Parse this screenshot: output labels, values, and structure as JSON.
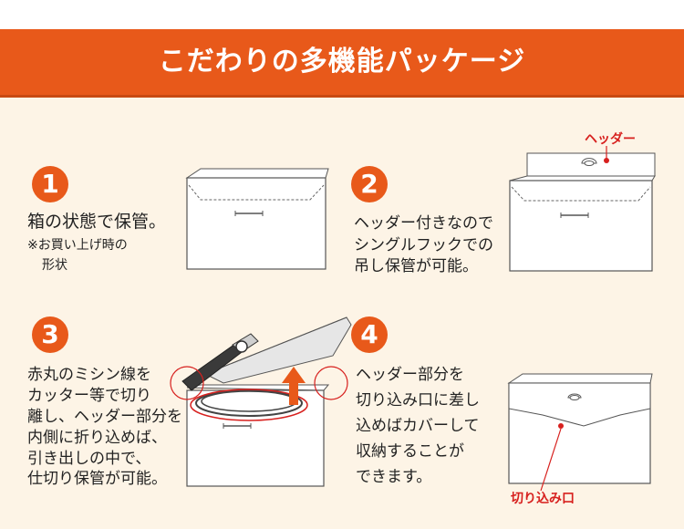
{
  "banner": {
    "title": "こだわりの多機能パッケージ"
  },
  "steps": [
    {
      "num": "1",
      "text": "箱の状態で保管。",
      "note_line1": "※お買い上げ時の",
      "note_line2": "形状"
    },
    {
      "num": "2",
      "line1": "ヘッダー付きなので",
      "line2": "シングルフックでの",
      "line3": "吊し保管が可能。",
      "label": "ヘッダー"
    },
    {
      "num": "3",
      "line1": "赤丸のミシン線を",
      "line2": "カッター等で切り",
      "line3": "離し、ヘッダー部分を",
      "line4": "内側に折り込めば、",
      "line5": "引き出しの中で、",
      "line6": "仕切り保管が可能。"
    },
    {
      "num": "4",
      "line1": "ヘッダー部分を",
      "line2": "切り込み口に差し",
      "line3": "込めばカバーして",
      "line4": "収納することが",
      "line5": "できます。",
      "label": "切り込み口"
    }
  ],
  "colors": {
    "accent": "#e8591a",
    "background": "#fdf4e6",
    "marker_red": "#d7201e"
  }
}
